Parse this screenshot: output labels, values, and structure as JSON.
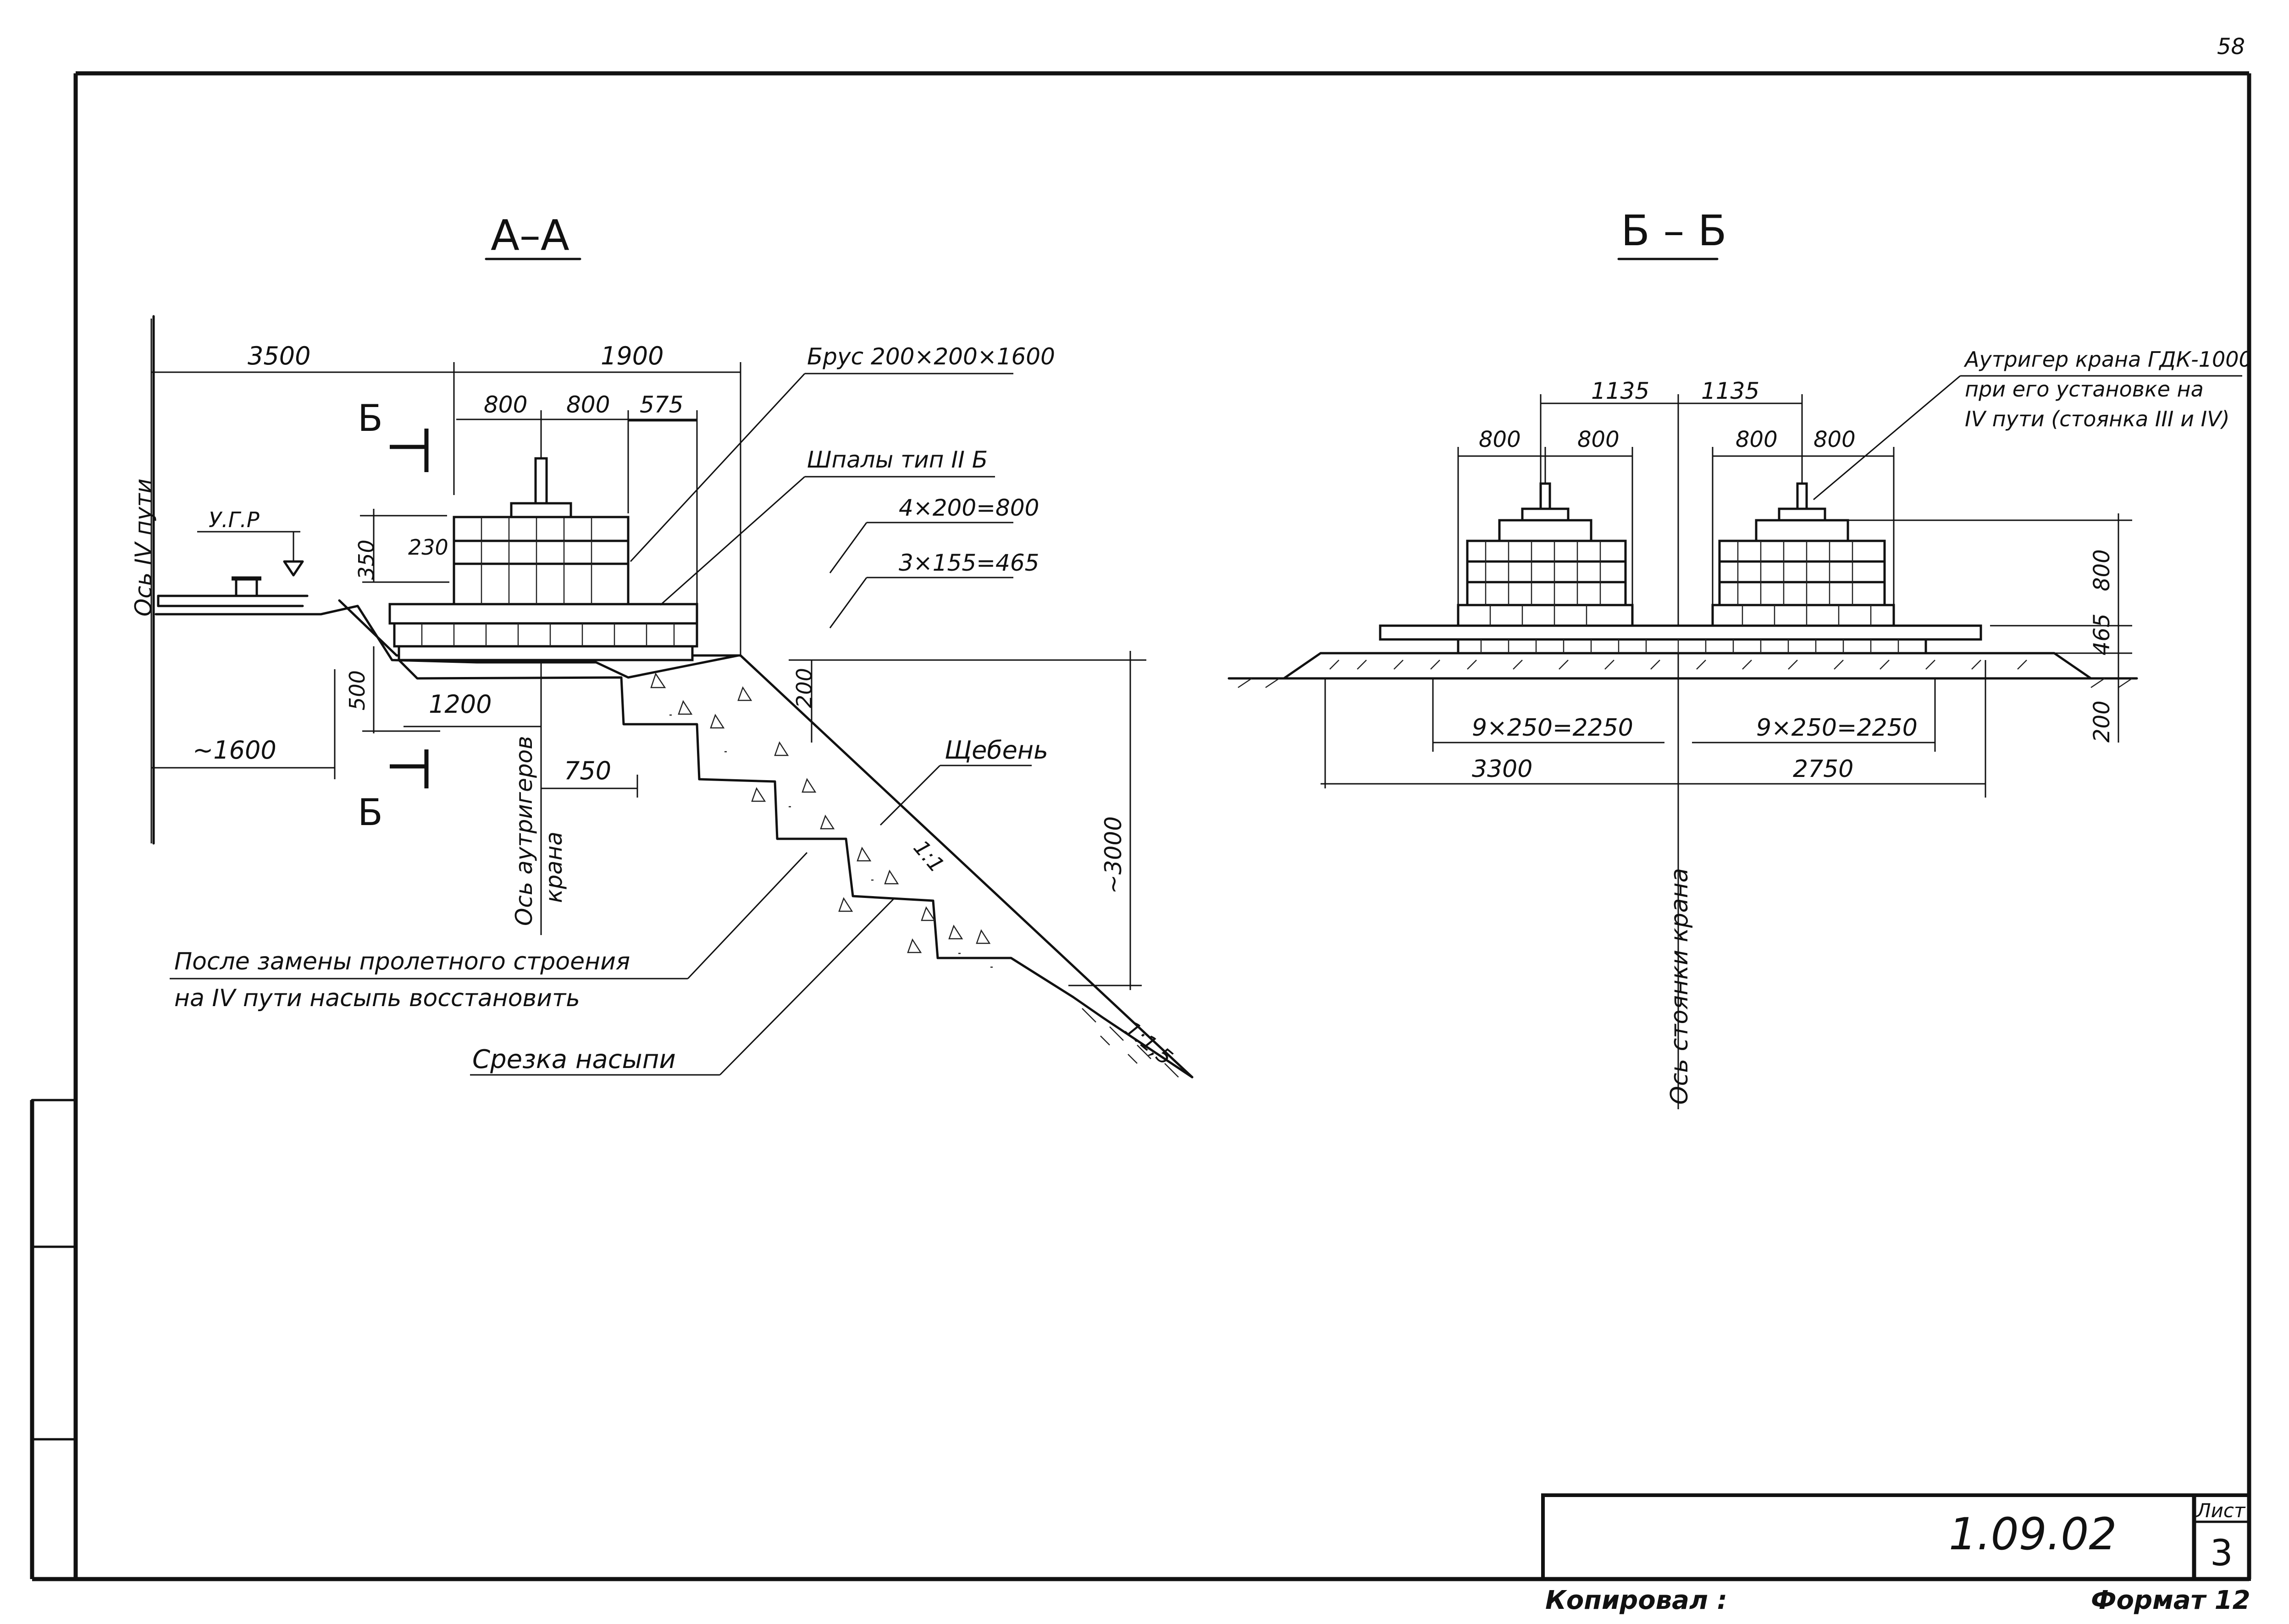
{
  "page_number": "58",
  "sections": {
    "a": {
      "title": "А–А"
    },
    "b": {
      "title": "Б – Б"
    }
  },
  "section_a": {
    "dims_top": {
      "d3500": "3500",
      "d1900": "1900",
      "d800a": "800",
      "d800b": "800",
      "d575": "575"
    },
    "dims_left": {
      "d350": "350",
      "d230": "230",
      "d500": "500"
    },
    "dims_bottom": {
      "d1200": "1200",
      "d750": "750",
      "d1600": "~1600",
      "d200": "200",
      "d3000": "~3000"
    },
    "cut_mark": "Б",
    "track_axis": "Ось IV пути",
    "rail_level": "У.Г.Р",
    "outrigger_axis_1": "Ось аутригеров",
    "outrigger_axis_2": "крана",
    "slope_1": "1:1",
    "slope_2": "1:1,5",
    "callouts": {
      "beam": "Брус 200×200×1600",
      "sleepers": "Шпалы тип II Б",
      "layers_1": "4×200=800",
      "layers_2": "3×155=465",
      "crushed_stone": "Щебень"
    },
    "note_line_1": "После замены пролетного строения",
    "note_line_2": "на IV пути насыпь восстановить",
    "cut_label": "Срезка насыпи"
  },
  "section_b": {
    "dims_top": {
      "d1135a": "1135",
      "d1135b": "1135",
      "d800a": "800",
      "d800b": "800",
      "d800c": "800",
      "d800d": "800"
    },
    "dims_right": {
      "d800": "800",
      "d465": "465",
      "d200": "200"
    },
    "dims_bottom": {
      "d2250a": "9×250=2250",
      "d2250b": "9×250=2250",
      "d3300": "3300",
      "d2750": "2750"
    },
    "callout_1": "Аутригер крана ГДК-1000",
    "callout_2": "при его установке на",
    "callout_3": "IV пути (стоянка III и IV)",
    "crane_axis": "Ось стоянки крана"
  },
  "title_block": {
    "doc_number": "1.09.02",
    "sheet_label": "Лист",
    "sheet_number": "3",
    "copied_by": "Копировал :",
    "format": "Формат 12"
  }
}
